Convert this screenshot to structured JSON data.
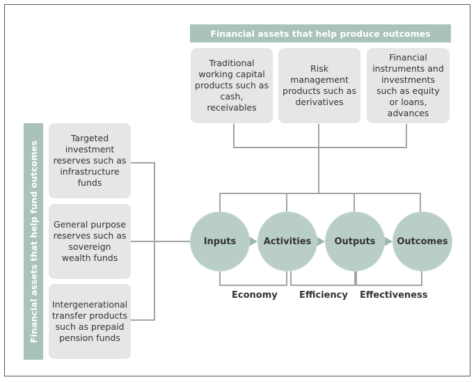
{
  "top_banner": "Financial assets that help produce outcomes",
  "side_banner": "Financial assets that help fund outcomes",
  "top_boxes": [
    "Traditional working capital products such as cash, receivables",
    "Risk management products such as derivatives",
    "Financial instruments and investments such as equity or loans, advances"
  ],
  "left_boxes": [
    "Targeted investment reserves such as infrastructure funds",
    "General purpose reserves such as sovereign wealth funds",
    "Intergenerational transfer products such as prepaid pension funds"
  ],
  "circles": [
    "Inputs",
    "Activities",
    "Outputs",
    "Outcomes"
  ],
  "measures": [
    "Economy",
    "Efficiency",
    "Effectiveness"
  ],
  "colors": {
    "banner": "#a9c3b8",
    "circle": "#b9cfc6",
    "box": "#e6e6e6",
    "line": "#a3a3a3"
  }
}
